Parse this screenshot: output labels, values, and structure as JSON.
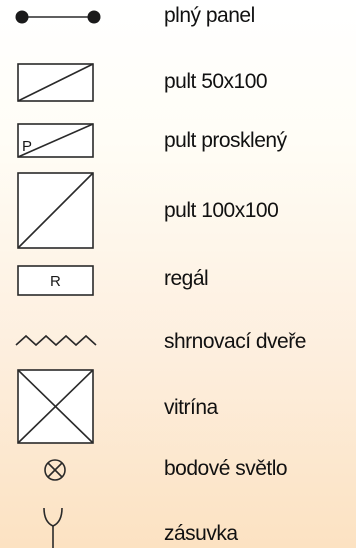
{
  "legend": {
    "items": [
      {
        "symbol": "solid-panel-symbol",
        "label": "plný panel"
      },
      {
        "symbol": "counter-50x100-symbol",
        "label": "pult 50x100"
      },
      {
        "symbol": "glass-counter-symbol",
        "label": "pult prosklený",
        "glyph": "P"
      },
      {
        "symbol": "counter-100x100-symbol",
        "label": "pult 100x100"
      },
      {
        "symbol": "shelf-symbol",
        "label": "regál",
        "glyph": "R"
      },
      {
        "symbol": "folding-door-symbol",
        "label": "shrnovací dveře"
      },
      {
        "symbol": "showcase-symbol",
        "label": "vitrína"
      },
      {
        "symbol": "spotlight-symbol",
        "label": "bodové světlo"
      },
      {
        "symbol": "socket-symbol",
        "label": "zásuvka"
      }
    ]
  },
  "colors": {
    "background_top": "#ffffff",
    "background_bottom": "#fce2c2",
    "symbol_stroke": "#2a2a2a",
    "text": "#111111"
  }
}
